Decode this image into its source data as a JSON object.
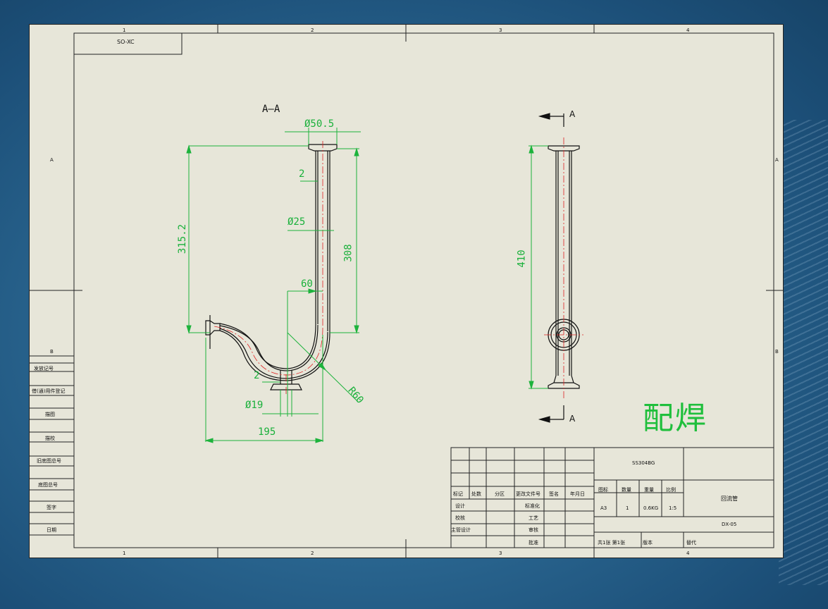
{
  "sheet": {
    "doc_code_box": "SO-XC",
    "zone_cols_top": [
      "1",
      "2",
      "3",
      "4"
    ],
    "zone_rows_left": [
      "A",
      "B"
    ],
    "zone_rows_right": [
      "A",
      "B"
    ]
  },
  "left_strip": [
    "发放记号",
    "旧底图总号",
    "底图总号",
    "签字",
    "日期",
    "描图",
    "描校",
    "借(通)用件登记"
  ],
  "section_view": {
    "title": "A—A",
    "dims": {
      "d_top": "Ø50.5",
      "wall_top": "2",
      "d_pipe": "Ø25",
      "height_total": "315.2",
      "height_pipe": "308",
      "offset": "60",
      "wall_bottom": "2",
      "d_bottom": "Ø19",
      "width": "195",
      "radius": "R60"
    }
  },
  "side_view": {
    "dim_height": "410",
    "section_mark_top": "A",
    "section_mark_bottom": "A"
  },
  "stamp": "配焊",
  "title_block": {
    "material": "SS304BG",
    "rev_headers": [
      "标记",
      "处数",
      "分区",
      "更改文件号",
      "签名",
      "年月日"
    ],
    "role_rows_left": [
      "设计",
      "校核",
      "主管设计"
    ],
    "role_rows_mid": [
      "标准化",
      "工艺",
      "审核",
      "批准"
    ],
    "props_headers": [
      "图标",
      "数量",
      "重量",
      "比例"
    ],
    "props_values": [
      "A3",
      "1",
      "0.6KG",
      "1:5"
    ],
    "part_name": "回流管",
    "drawing_no": "DX-05",
    "sheet_info": "共1张  第1张",
    "version": "版本",
    "replace": "替代"
  }
}
